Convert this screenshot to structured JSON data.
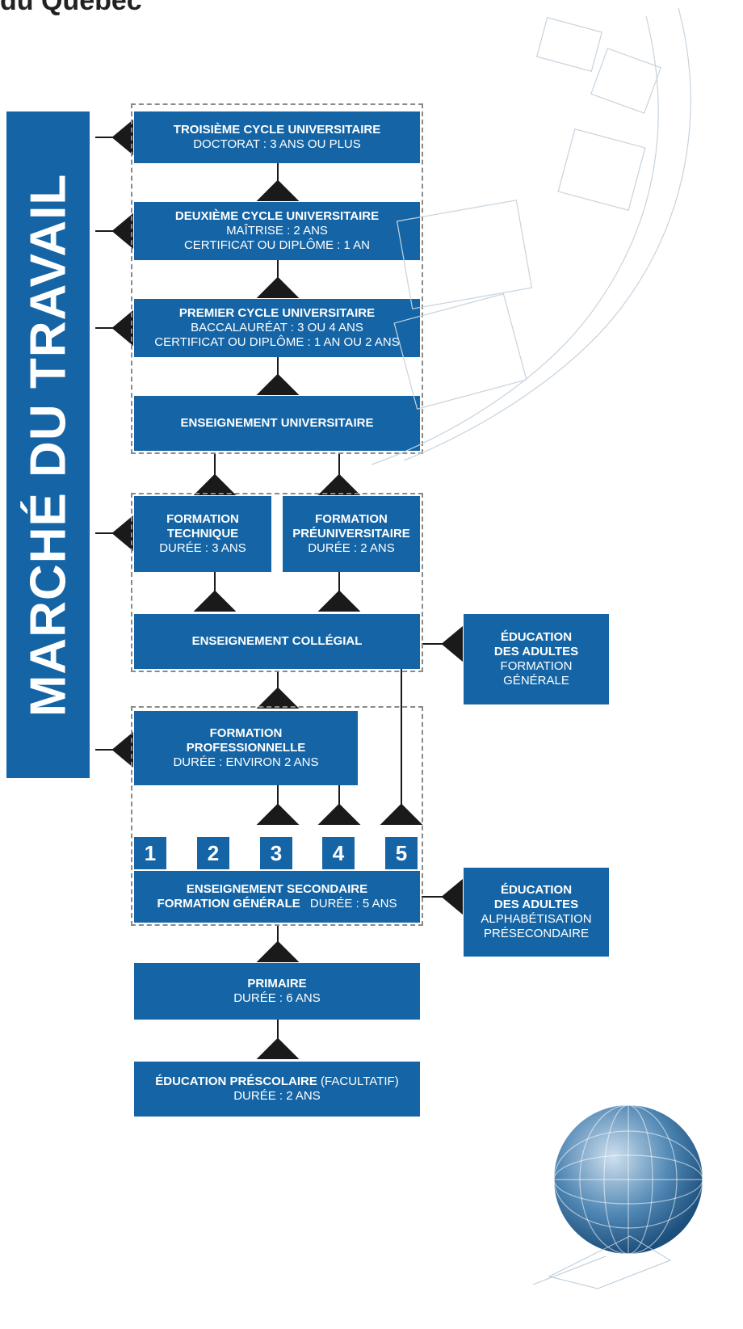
{
  "header": {
    "top_text": "du Québec"
  },
  "title": "MARCHÉ DU TRAVAIL",
  "boxes": {
    "troisieme": {
      "title": "TROISIÈME CYCLE UNIVERSITAIRE",
      "line1": "DOCTORAT : 3 ANS OU PLUS"
    },
    "deuxieme": {
      "title": "DEUXIÈME CYCLE UNIVERSITAIRE",
      "line1": "MAÎTRISE : 2 ANS",
      "line2": "CERTIFICAT OU DIPLÔME : 1 AN"
    },
    "premier": {
      "title": "PREMIER CYCLE UNIVERSITAIRE",
      "line1": "BACCALAURÉAT : 3 OU 4 ANS",
      "line2": "CERTIFICAT OU DIPLÔME : 1 AN OU 2 ANS"
    },
    "universitaire": {
      "title": "ENSEIGNEMENT UNIVERSITAIRE"
    },
    "technique": {
      "title1": "FORMATION",
      "title2": "TECHNIQUE",
      "line1": "DURÉE : 3 ANS"
    },
    "preuniversitaire": {
      "title1": "FORMATION",
      "title2": "PRÉUNIVERSITAIRE",
      "line1": "DURÉE : 2 ANS"
    },
    "collegial": {
      "title": "ENSEIGNEMENT COLLÉGIAL"
    },
    "adultes1": {
      "title1": "ÉDUCATION",
      "title2": "DES ADULTES",
      "line1": "FORMATION",
      "line2": "GÉNÉRALE"
    },
    "professionnelle": {
      "title1": "FORMATION",
      "title2": "PROFESSIONNELLE",
      "line1": "DURÉE : ENVIRON 2 ANS"
    },
    "secondaire": {
      "title1": "ENSEIGNEMENT SECONDAIRE",
      "title2": "FORMATION GÉNÉRALE",
      "duration": "DURÉE : 5 ANS"
    },
    "adultes2": {
      "title1": "ÉDUCATION",
      "title2": "DES ADULTES",
      "line1": "ALPHABÉTISATION",
      "line2": "PRÉSECONDAIRE"
    },
    "primaire": {
      "title": "PRIMAIRE",
      "line1": "DURÉE : 6 ANS"
    },
    "prescolaire": {
      "title": "ÉDUCATION PRÉSCOLAIRE",
      "title_suffix": "(FACULTATIF)",
      "line1": "DURÉE : 2 ANS"
    }
  },
  "grades": [
    "1",
    "2",
    "3",
    "4",
    "5"
  ],
  "colors": {
    "box": "#1565a6",
    "arrow": "#1a1a1a",
    "dashed_frame": "#8a8a8a"
  }
}
